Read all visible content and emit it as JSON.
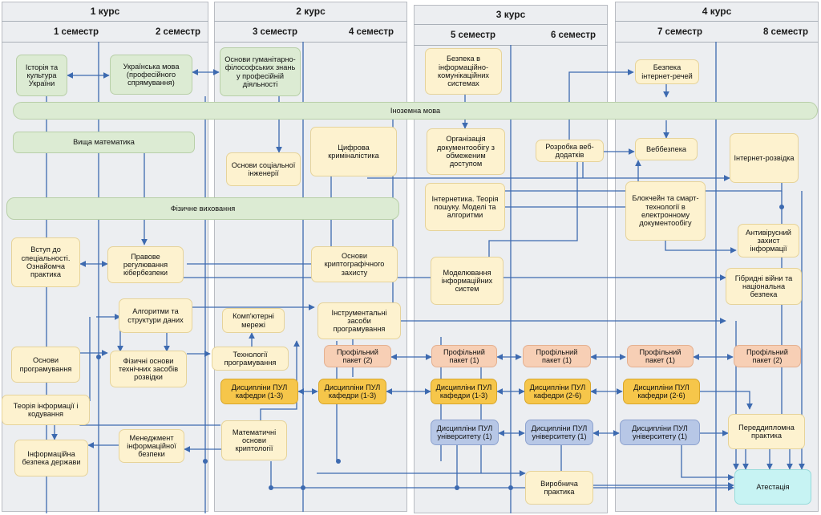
{
  "years": {
    "y1": "1 курс",
    "y2": "2 курс",
    "y3": "3 курс",
    "y4": "4 курс"
  },
  "semesters": {
    "s1": "1 семестр",
    "s2": "2 семестр",
    "s3": "3 семестр",
    "s4": "4 семестр",
    "s5": "5 семестр",
    "s6": "6 семестр",
    "s7": "7 семестр",
    "s8": "8 семестр"
  },
  "nodes": {
    "history": "Історія та культура України",
    "ukr_lang": "Українська мова (професійного спрямування)",
    "humanities": "Основи гуманітарно-філософських знань у професійній діяльності",
    "iot_security": "Безпека в інформаційно-комунікаційних системах",
    "iot": "Безпека інтернет-речей",
    "foreign": "Іноземна мова",
    "higher_math": "Вища математика",
    "social_eng": "Основи соціальної інженерії",
    "digital_forensics": "Цифрова криміналістика",
    "doc_flow": "Організація документообігу з обмеженим доступом",
    "web_dev": "Розробка веб-додатків",
    "web_sec": "Веббезпека",
    "osint": "Інтернет-розвідка",
    "phys_ed": "Фізичне виховання",
    "internetics": "Інтернетика. Теорія пошуку. Моделі та алгоритми",
    "blockchain": "Блокчейн та смарт-технології в електронному документообігу",
    "intro": "Вступ до спеціальності. Ознайомча практика",
    "legal": "Правове регулювання кібербезпеки",
    "crypto_basics": "Основи криптографічного захисту",
    "antivirus": "Антивірусний захист інформації",
    "modeling": "Моделювання інформаційних систем",
    "hybrid_war": "Гібридні війни та національна безпека",
    "algorithms": "Алгоритми та структури даних",
    "networks": "Комп'ютерні мережі",
    "tools": "Інструментальні засоби програмування",
    "prog_basics": "Основи програмування",
    "phys_recon": "Фізичні основи технічних засобів розвідки",
    "prog_tech": "Технології програмування",
    "pp2_a": "Профільний пакет (2)",
    "pp1_a": "Профільний пакет (1)",
    "pp1_b": "Профільний пакет (1)",
    "pp1_c": "Профільний пакет (1)",
    "pp2_b": "Профільний пакет (2)",
    "info_theory": "Теорія інформації і кодування",
    "pul_dep_a": "Дисципліни ПУЛ кафедри (1-3)",
    "pul_dep_b": "Дисципліни ПУЛ кафедри (1-3)",
    "pul_dep_c": "Дисципліни ПУЛ кафедри (1-3)",
    "pul_dep_d": "Дисципліни ПУЛ кафедри (2-6)",
    "pul_dep_e": "Дисципліни ПУЛ кафедри (2-6)",
    "math_crypto": "Математичні основи криптології",
    "pul_uni_a": "Дисципліни ПУЛ університету (1)",
    "pul_uni_b": "Дисципліни ПУЛ університету (1)",
    "pul_uni_c": "Дисципліни ПУЛ університету (1)",
    "pre_diploma": "Переддипломна практика",
    "state_security": "Інформаційна безпека держави",
    "info_mgmt": "Менеджмент інформаційної безпеки",
    "industrial": "Виробнича практика",
    "attestation": "Атестація"
  }
}
